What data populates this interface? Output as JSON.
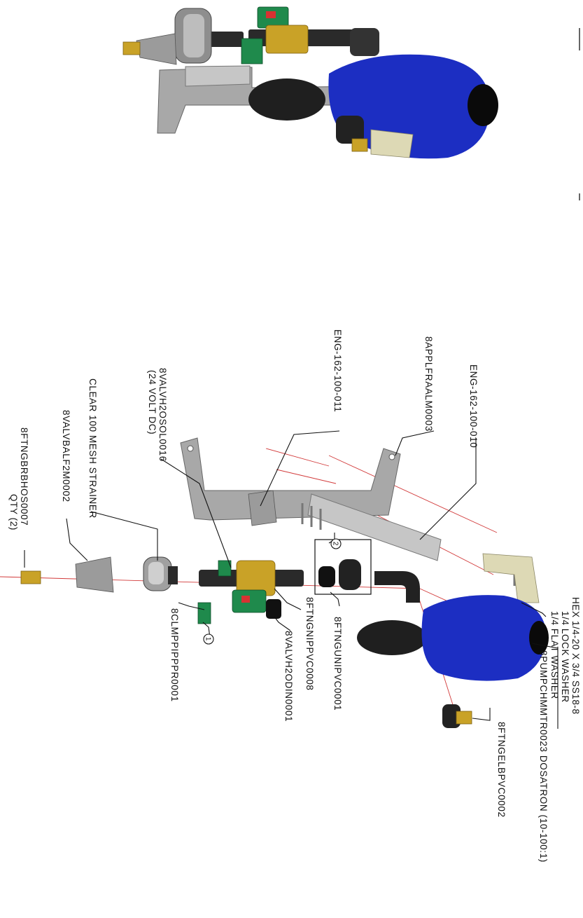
{
  "callouts": {
    "hex_bolt": "HEX 1/4-20 X 3/4 SS18-8",
    "lock_washer": "1/4 LOCK WASHER",
    "flat_washer": "1/4 FLAT WASHER",
    "pump": "8PUMPCHMMTR0023 DOSATRON (10-100:1)",
    "elbow_outlet": "8FTNGELBPVC0002",
    "bracket_plate": "ENG-162-100-010",
    "frame": "8APPLFRAALM0003",
    "spacer_block": "ENG-162-100-011",
    "union": "8FTNGUNIPVC0001",
    "nipple": "8FTNGNIPPVC0008",
    "din_connector": "8VALVH2ODIN0001",
    "solenoid_valve": "8VALVH2OSOL0016",
    "solenoid_voltage": "(24 VOLT DC)",
    "strainer": "CLEAR 100 MESH STRAINER",
    "clamp": "8CLMPPIPPPR0001",
    "ball_valve": "8VALVBALF2M0002",
    "hose_barb": "8FTNGBRBHOS0007",
    "hose_barb_qty": "QTY (2)",
    "ref_a": "2",
    "ref_b": "1"
  }
}
